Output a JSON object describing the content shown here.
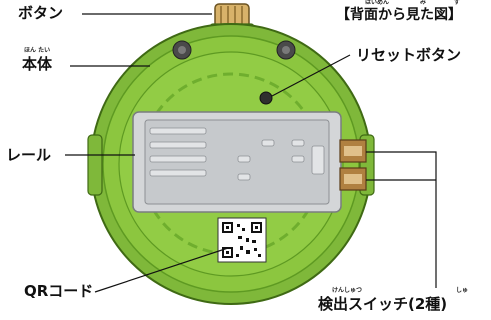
{
  "diagram": {
    "caption": "【背面から見た図】",
    "caption_ruby": {
      "haimen": "はいめん",
      "mi": "み",
      "zu": "ず"
    },
    "labels": {
      "button": "ボタン",
      "body": "本体",
      "body_ruby": "ほん たい",
      "reset_button": "リセットボタン",
      "rail": "レール",
      "qr_code": "QRコード",
      "detect_switch": "検出スイッチ(2種)",
      "detect_switch_ruby": "けんしゅつ",
      "detect_switch_ruby2": "しゅ"
    },
    "colors": {
      "body_green": "#8cc63f",
      "body_dark_green": "#5e9a22",
      "rail_gray": "#d4d6d8",
      "button_gold": "#d8b26a",
      "switch_brown": "#b08040"
    }
  }
}
